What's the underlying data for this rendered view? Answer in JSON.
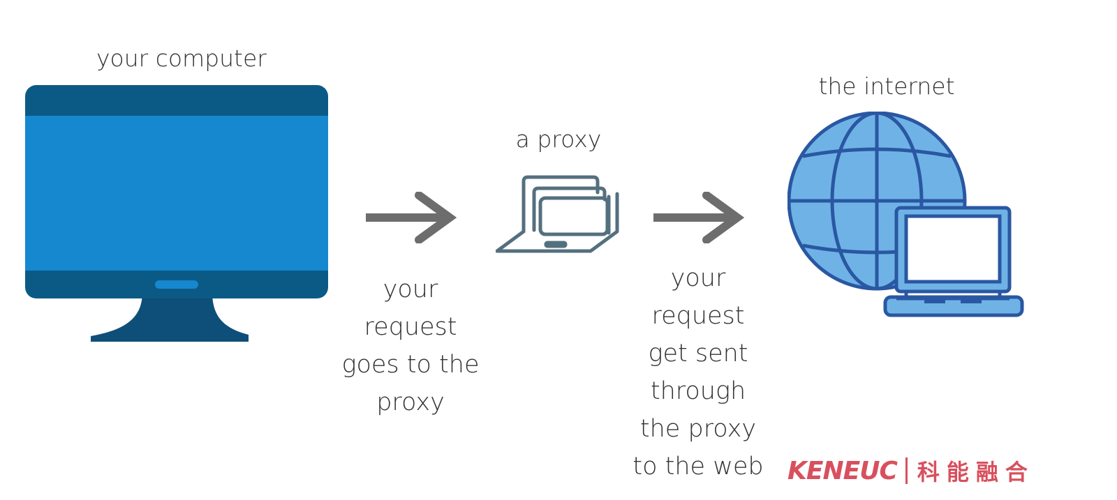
{
  "nodes": {
    "computer": {
      "label": "your computer",
      "icon": "monitor-icon"
    },
    "proxy": {
      "label": "a proxy",
      "icon": "laptop-stack-icon"
    },
    "internet": {
      "label": "the internet",
      "icon": "globe-laptop-icon"
    }
  },
  "steps": {
    "to_proxy": {
      "icon": "arrow-right-icon",
      "lines": [
        "your",
        "request",
        "goes to the",
        "proxy"
      ]
    },
    "to_web": {
      "icon": "arrow-right-icon",
      "lines": [
        "your",
        "request",
        "get sent",
        "through",
        "the proxy",
        "to the web"
      ]
    }
  },
  "watermark": {
    "latin": "KENEUC",
    "cjk": "科能融合"
  },
  "colors": {
    "monitor_screen": "#1588cf",
    "monitor_frame": "#0b5a86",
    "monitor_stand": "#0d4f78",
    "proxy_stroke": "#54707f",
    "arrow": "#6d6d6d",
    "globe_fill": "#6fb3e6",
    "globe_stroke": "#2a57a2",
    "text": "#333333",
    "brand": "#d8505e"
  }
}
